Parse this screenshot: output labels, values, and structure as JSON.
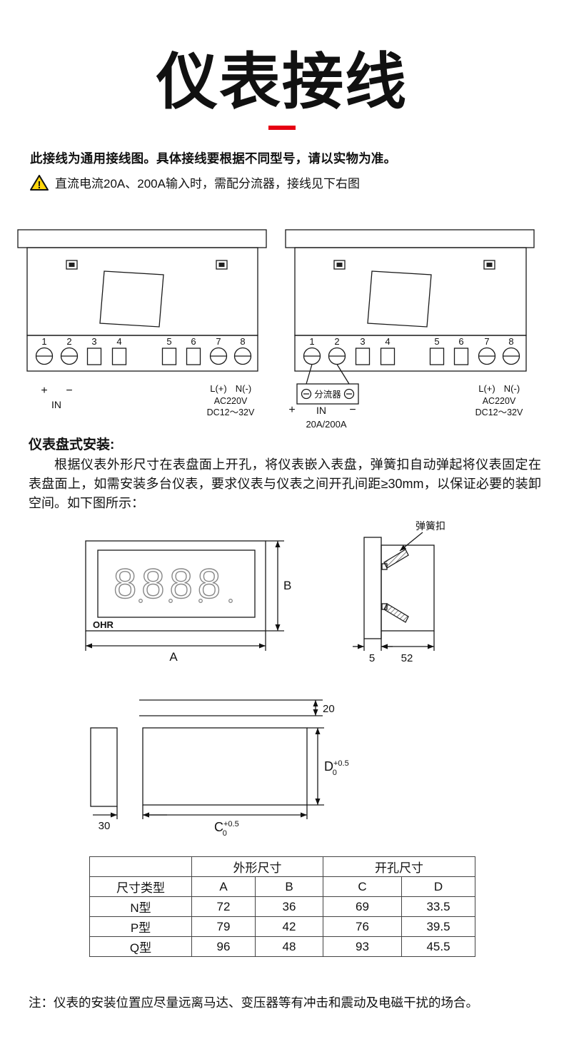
{
  "page": {
    "title": "仪表接线",
    "notice": "此接线为通用接线图。具体接线要根据不同型号，请以实物为准。",
    "warning_mark": "!",
    "warning_text": "直流电流20A、200A输入时，需配分流器，接线见下右图",
    "footer_note": "注：仪表的安装位置应尽量远离马达、变压器等有冲击和震动及电磁干扰的场合。"
  },
  "wiring": {
    "terminals": [
      "1",
      "2",
      "3",
      "4",
      "5",
      "6",
      "7",
      "8"
    ],
    "labels": {
      "plus": "+",
      "minus": "−",
      "in": "IN",
      "l": "L(+)",
      "n": "N(-)",
      "ac": "AC220V",
      "dc": "DC12～32V",
      "shunt": "分流器",
      "current": "20A/200A"
    }
  },
  "install": {
    "heading": "仪表盘式安装:",
    "paragraph": "根据仪表外形尺寸在表盘面上开孔，将仪表嵌入表盘，弹簧扣自动弹起将仪表固定在表盘面上，如需安装多台仪表，要求仪表与仪表之间开孔间距≥30mm，以保证必要的装卸空间。如下图所示："
  },
  "mounting": {
    "spring_clip": "弹簧扣",
    "digits": "8888",
    "brand": "OHR",
    "dim_a": "A",
    "dim_b": "B",
    "dim_5": "5",
    "dim_52": "52"
  },
  "cutout": {
    "dim_20": "20",
    "dim_30": "30",
    "c": "C",
    "d": "D",
    "tol_upper": "+0.5",
    "tol_lower": "0"
  },
  "table": {
    "group_outline": "外形尺寸",
    "group_hole": "开孔尺寸",
    "col_type": "尺寸类型",
    "cols": [
      "A",
      "B",
      "C",
      "D"
    ],
    "rows": [
      {
        "type": "N型",
        "a": "72",
        "b": "36",
        "c": "69",
        "d": "33.5"
      },
      {
        "type": "P型",
        "a": "79",
        "b": "42",
        "c": "76",
        "d": "39.5"
      },
      {
        "type": "Q型",
        "a": "96",
        "b": "48",
        "c": "93",
        "d": "45.5"
      }
    ]
  }
}
